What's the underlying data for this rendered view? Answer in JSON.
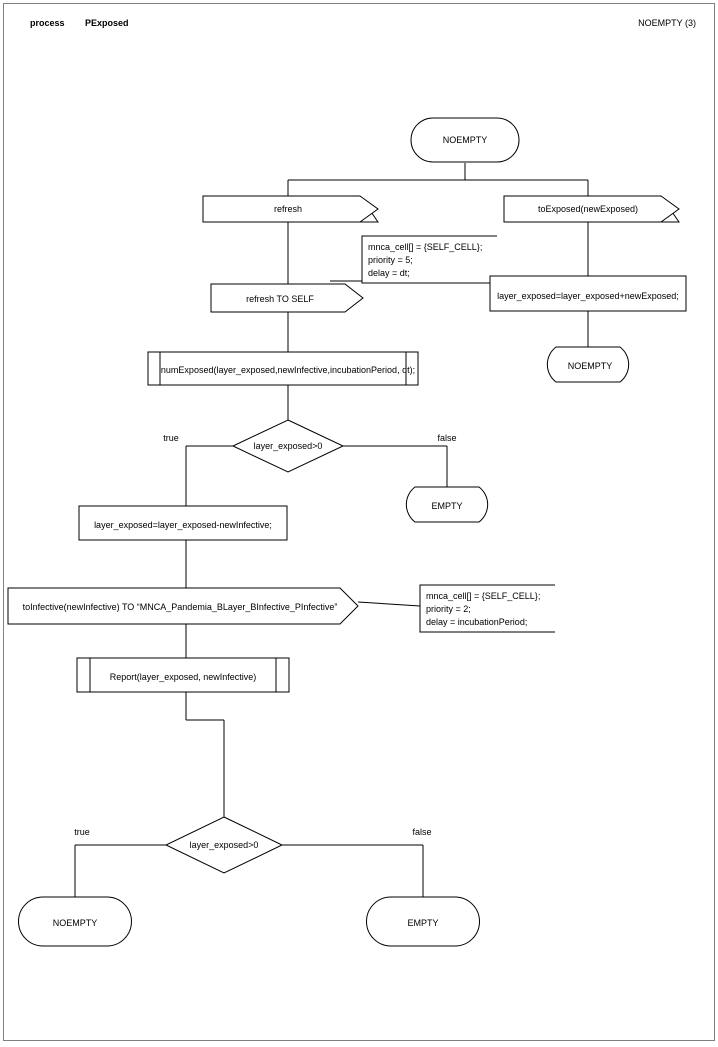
{
  "header": {
    "keyword": "process",
    "process_name": "PExposed",
    "state_ref": "NOEMPTY (3)"
  },
  "diagram": {
    "type": "sdl-process-flowchart",
    "title": "PExposed",
    "nodes": {
      "state_top": {
        "kind": "state",
        "label": "NOEMPTY"
      },
      "input_refresh": {
        "kind": "input",
        "label": "refresh"
      },
      "input_toexposed": {
        "kind": "input",
        "label": "toExposed(newExposed)"
      },
      "comment_refresh": {
        "kind": "comment",
        "lines": [
          "mnca_cell[] = {SELF_CELL};",
          "priority = 5;",
          "delay = dt;"
        ]
      },
      "output_refresh_self": {
        "kind": "output",
        "label": "refresh TO SELF"
      },
      "task_add_exposed": {
        "kind": "task",
        "label": "layer_exposed=layer_exposed+newExposed;"
      },
      "state_noempty_right": {
        "kind": "state",
        "label": "NOEMPTY"
      },
      "proc_numexposed": {
        "kind": "procedure",
        "label": "numExposed(layer_exposed,newInfective,incubationPeriod, dt);"
      },
      "decision_1": {
        "kind": "decision",
        "label": "layer_exposed>0",
        "true_label": "true",
        "false_label": "false"
      },
      "state_empty_mid": {
        "kind": "state",
        "label": "EMPTY"
      },
      "task_sub_infective": {
        "kind": "task",
        "label": "layer_exposed=layer_exposed-newInfective;"
      },
      "output_toinfective": {
        "kind": "output",
        "label": "toInfective(newInfective) TO “MNCA_Pandemia_BLayer_BInfective_PInfective”"
      },
      "comment_toinfective": {
        "kind": "comment",
        "lines": [
          "mnca_cell[] = {SELF_CELL};",
          "priority = 2;",
          "delay = incubationPeriod;"
        ]
      },
      "proc_report": {
        "kind": "procedure",
        "label": "Report(layer_exposed, newInfective)"
      },
      "decision_2": {
        "kind": "decision",
        "label": "layer_exposed>0",
        "true_label": "true",
        "false_label": "false"
      },
      "state_noempty_bottom": {
        "kind": "state",
        "label": "NOEMPTY"
      },
      "state_empty_bottom": {
        "kind": "state",
        "label": "EMPTY"
      }
    }
  },
  "colors": {
    "stroke": "#000000",
    "fill": "#ffffff",
    "frame": "#808080",
    "text": "#000000"
  }
}
